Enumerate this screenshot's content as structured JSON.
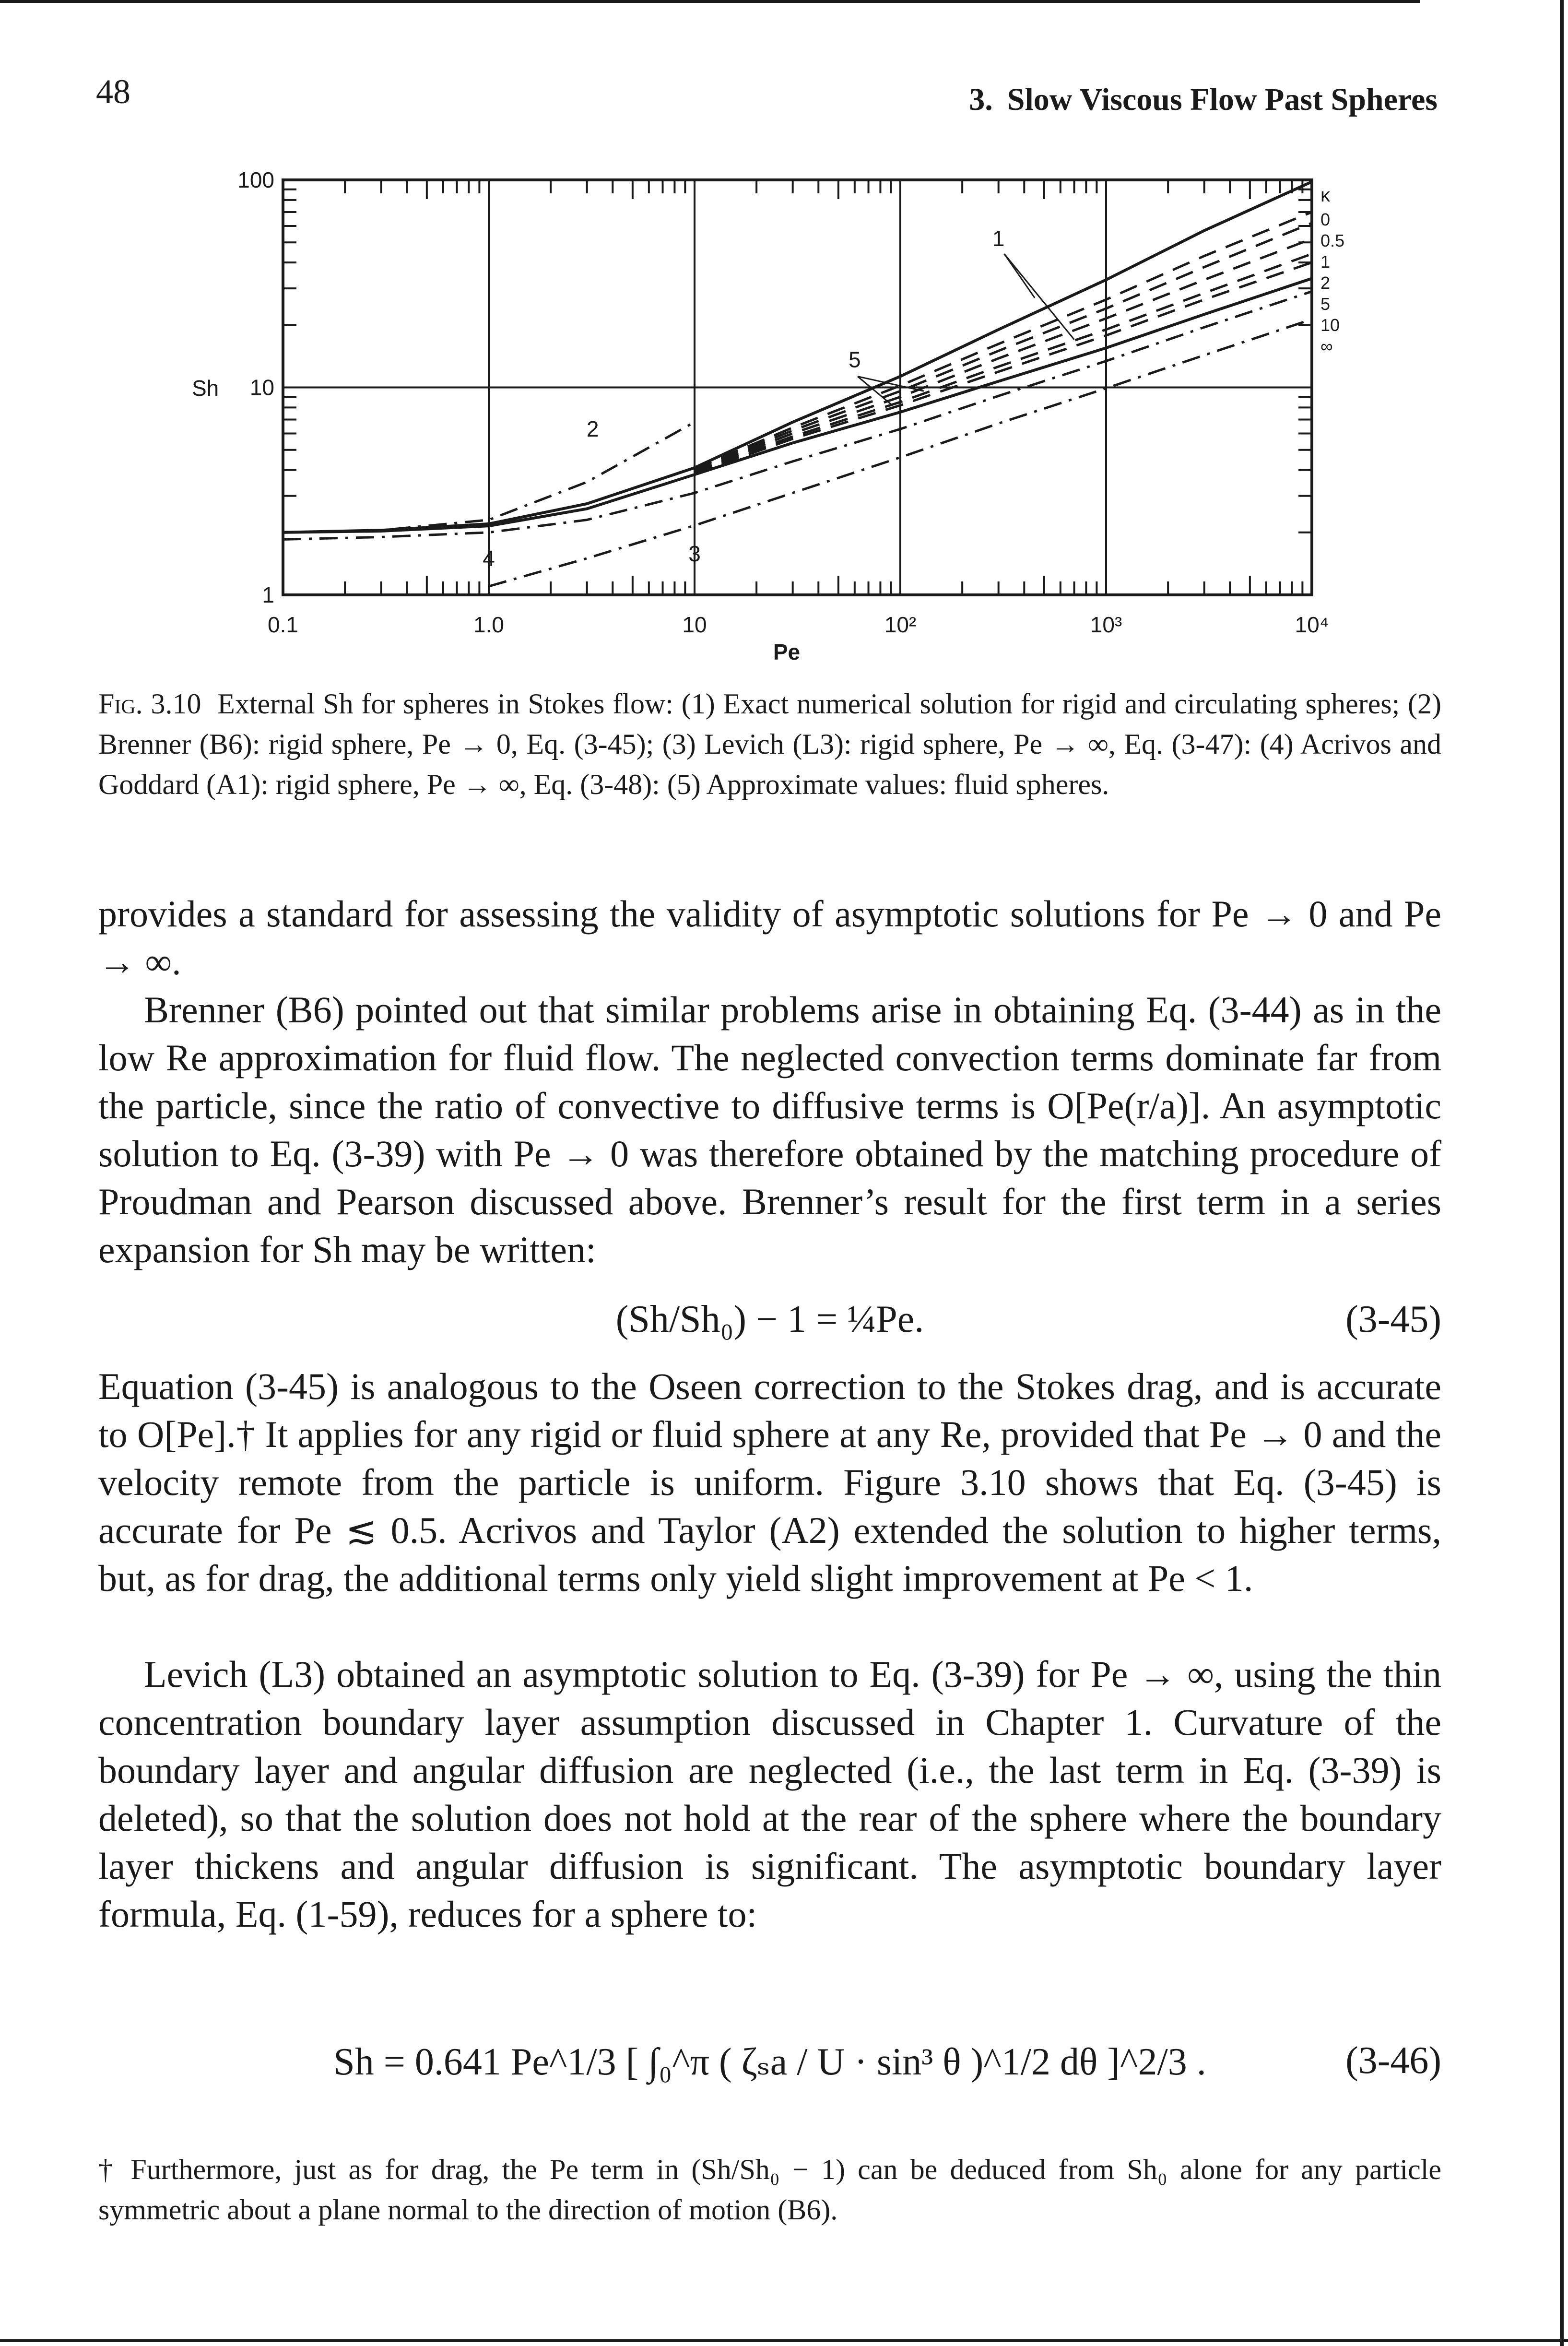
{
  "header": {
    "page_number": "48",
    "chapter_number": "3.",
    "chapter_title": "Slow Viscous Flow Past Spheres"
  },
  "chart_data": {
    "type": "line",
    "xscale": "log",
    "yscale": "log",
    "xlim": [
      0.1,
      10000
    ],
    "ylim": [
      1,
      100
    ],
    "xlabel": "Pe",
    "ylabel": "Sh",
    "x_tick_labels": [
      "0.1",
      "1.0",
      "10",
      "10²",
      "10³",
      "10⁴"
    ],
    "y_tick_labels": [
      "100",
      "10",
      "1"
    ],
    "grid": true,
    "kappa_label": "κ",
    "kappa_values": [
      "0",
      "0.5",
      "1",
      "2",
      "5",
      "10",
      "∞"
    ],
    "curve_labels": [
      "1",
      "2",
      "3",
      "4",
      "5"
    ],
    "series": [
      {
        "name": "1",
        "style": "solid",
        "x": [
          0.1,
          0.3,
          1,
          3,
          10,
          30,
          100,
          300,
          1000,
          3000,
          10000
        ],
        "y": [
          2.0,
          2.03,
          2.15,
          2.6,
          3.8,
          5.4,
          7.6,
          10.7,
          15.5,
          22.5,
          33.5
        ]
      },
      {
        "name": "1",
        "style": "solid",
        "x": [
          0.1,
          0.3,
          1,
          3,
          10,
          30,
          100,
          300,
          1000,
          3000,
          10000
        ],
        "y": [
          2.0,
          2.05,
          2.2,
          2.75,
          4.1,
          6.8,
          11.3,
          19,
          33,
          57,
          98
        ]
      },
      {
        "name": "2",
        "style": "dash-dot",
        "x": [
          0.1,
          0.3,
          1,
          3,
          10
        ],
        "y": [
          2.0,
          2.05,
          2.3,
          3.5,
          6.8
        ]
      },
      {
        "name": "3",
        "style": "dash-dot",
        "x": [
          1,
          3,
          10,
          30,
          100,
          300,
          1000,
          3000,
          10000
        ],
        "y": [
          1.1,
          1.5,
          2.16,
          3.1,
          4.6,
          6.7,
          9.9,
          14.3,
          21.3
        ]
      },
      {
        "name": "4",
        "style": "dash-dot",
        "x": [
          0.1,
          0.3,
          1,
          3,
          10,
          30,
          100,
          300,
          1000,
          3000,
          10000
        ],
        "y": [
          1.85,
          1.9,
          2.0,
          2.3,
          3.1,
          4.4,
          6.3,
          9.1,
          13.4,
          19.5,
          29
        ]
      },
      {
        "name": "5",
        "style": "dashed",
        "kappa": "0.5",
        "x": [
          10,
          30,
          100,
          300,
          1000,
          3000,
          10000
        ],
        "y": [
          4.05,
          6.4,
          10.2,
          16.2,
          26.5,
          43,
          70
        ]
      },
      {
        "name": "5",
        "style": "dashed",
        "kappa": "1",
        "x": [
          10,
          30,
          100,
          300,
          1000,
          3000,
          10000
        ],
        "y": [
          4.0,
          6.2,
          9.6,
          15,
          24,
          38,
          62
        ]
      },
      {
        "name": "5",
        "style": "dashed",
        "kappa": "2",
        "x": [
          10,
          30,
          100,
          300,
          1000,
          3000,
          10000
        ],
        "y": [
          3.95,
          6.0,
          9.0,
          13.8,
          21.5,
          33,
          52
        ]
      },
      {
        "name": "5",
        "style": "dashed",
        "kappa": "5",
        "x": [
          10,
          30,
          100,
          300,
          1000,
          3000,
          10000
        ],
        "y": [
          3.9,
          5.8,
          8.5,
          12.6,
          19,
          28.5,
          44
        ]
      },
      {
        "name": "5",
        "style": "dashed",
        "kappa": "10",
        "x": [
          10,
          30,
          100,
          300,
          1000,
          3000,
          10000
        ],
        "y": [
          3.85,
          5.65,
          8.2,
          11.9,
          17.8,
          26.5,
          40
        ]
      }
    ]
  },
  "caption": {
    "label": "Fig. 3.10",
    "text": "External Sh for spheres in Stokes flow: (1) Exact numerical solution for rigid and circulating spheres; (2) Brenner (B6): rigid sphere, Pe → 0, Eq. (3-45); (3) Levich (L3): rigid sphere, Pe → ∞, Eq. (3-47): (4) Acrivos and Goddard (A1): rigid sphere, Pe → ∞, Eq. (3-48): (5) Approximate values: fluid spheres."
  },
  "body": {
    "p1": "provides a standard for assessing the validity of asymptotic solutions for Pe → 0 and Pe → ∞.",
    "p2": "Brenner (B6) pointed out that similar problems arise in obtaining Eq. (3-44) as in the low Re approximation for fluid flow. The neglected convection terms dominate far from the particle, since the ratio of convective to diffusive terms is O[Pe(r/a)]. An asymptotic solution to Eq. (3-39) with Pe → 0 was therefore obtained by the matching procedure of Proudman and Pearson discussed above. Brenner’s result for the first term in a series expansion for Sh may be written:",
    "eq1": "(Sh/Sh₀) − 1 = ¼Pe.",
    "eq1_num": "(3-45)",
    "p3": "Equation (3-45) is analogous to the Oseen correction to the Stokes drag, and is accurate to O[Pe].† It applies for any rigid or fluid sphere at any Re, provided that Pe → 0 and the velocity remote from the particle is uniform. Figure 3.10 shows that Eq. (3-45) is accurate for Pe ≲ 0.5. Acrivos and Taylor (A2) extended the solution to higher terms, but, as for drag, the additional terms only yield slight improvement at Pe < 1.",
    "p4": "Levich (L3) obtained an asymptotic solution to Eq. (3-39) for Pe → ∞, using the thin concentration boundary layer assumption discussed in Chapter 1. Curvature of the boundary layer and angular diffusion are neglected (i.e., the last term in Eq. (3-39) is deleted), so that the solution does not hold at the rear of the sphere where the boundary layer thickens and angular diffusion is significant. The asymptotic boundary layer formula, Eq. (1-59), reduces for a sphere to:",
    "eq2": "Sh = 0.641 Pe^1/3 [ ∫₀^π ( ζₛa / U · sin³ θ )^1/2 dθ ]^2/3 .",
    "eq2_num": "(3-46)"
  },
  "footnote": "† Furthermore, just as for drag, the Pe term in (Sh/Sh₀ − 1) can be deduced from Sh₀ alone for any particle symmetric about a plane normal to the direction of motion (B6)."
}
